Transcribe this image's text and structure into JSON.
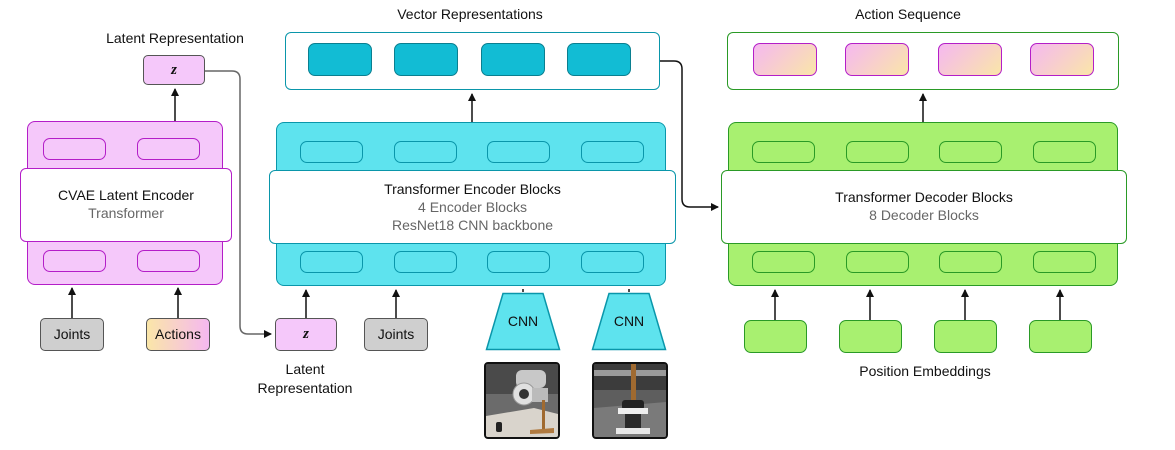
{
  "colors": {
    "cvae_border": "#b41ec8",
    "cvae_fill": "#f5c8fa",
    "encoder_border": "#0a96aa",
    "encoder_fill": "#5ee3ee",
    "decoder_border": "#2a9a26",
    "decoder_fill": "#a8f070",
    "vector_fill": "#12bcd4",
    "input_gray": "#cfcfcf"
  },
  "cvae": {
    "title": "CVAE Latent Encoder",
    "subtitle": "Transformer",
    "latent_label": "Latent Representation",
    "z_symbol": "z",
    "inputs": [
      "Joints",
      "Actions"
    ]
  },
  "encoder": {
    "title": "Transformer Encoder Blocks",
    "line2": "4 Encoder Blocks",
    "line3": "ResNet18 CNN backbone",
    "z_symbol": "z",
    "z_label_line1": "Latent",
    "z_label_line2": "Representation",
    "joints_label": "Joints",
    "cnn_labels": [
      "CNN",
      "CNN"
    ],
    "camera_icons": [
      "robot-camera-view-icon",
      "robot-camera-view-icon"
    ]
  },
  "vectors": {
    "title": "Vector Representations"
  },
  "decoder": {
    "title": "Transformer Decoder Blocks",
    "subtitle": "8 Decoder Blocks",
    "output_title": "Action Sequence",
    "position_label": "Position Embeddings"
  }
}
